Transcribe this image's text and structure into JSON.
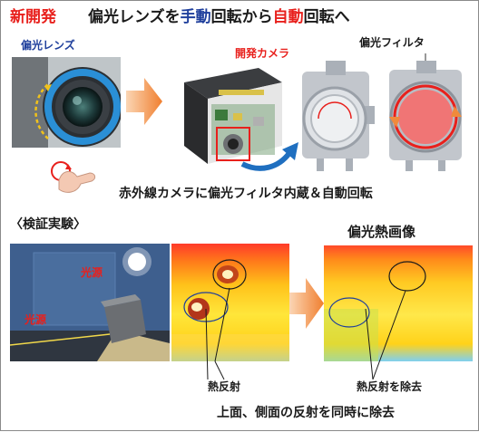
{
  "header": {
    "badge": "新開発",
    "title_parts": [
      "偏光レンズを",
      "手動",
      "回転から",
      "自動",
      "回転へ"
    ]
  },
  "top": {
    "lens_label": "偏光レンズ",
    "camera_label": "開発カメラ",
    "filter_label": "偏光フィルタ",
    "caption": "赤外線カメラに偏光フィルタ内蔵＆自動回転"
  },
  "bottom": {
    "section_label": "〈検証実験〉",
    "thermal_title": "偏光熱画像",
    "light_source_1": "光源",
    "light_source_2": "光源",
    "reflection_label": "熱反射",
    "removed_label": "熱反射を除去",
    "caption": "上面、側面の反射を同時に除去"
  },
  "colors": {
    "accent_red": "#e8201c",
    "accent_blue": "#1f3f9c",
    "arrow_orange": "#f08a3c"
  }
}
